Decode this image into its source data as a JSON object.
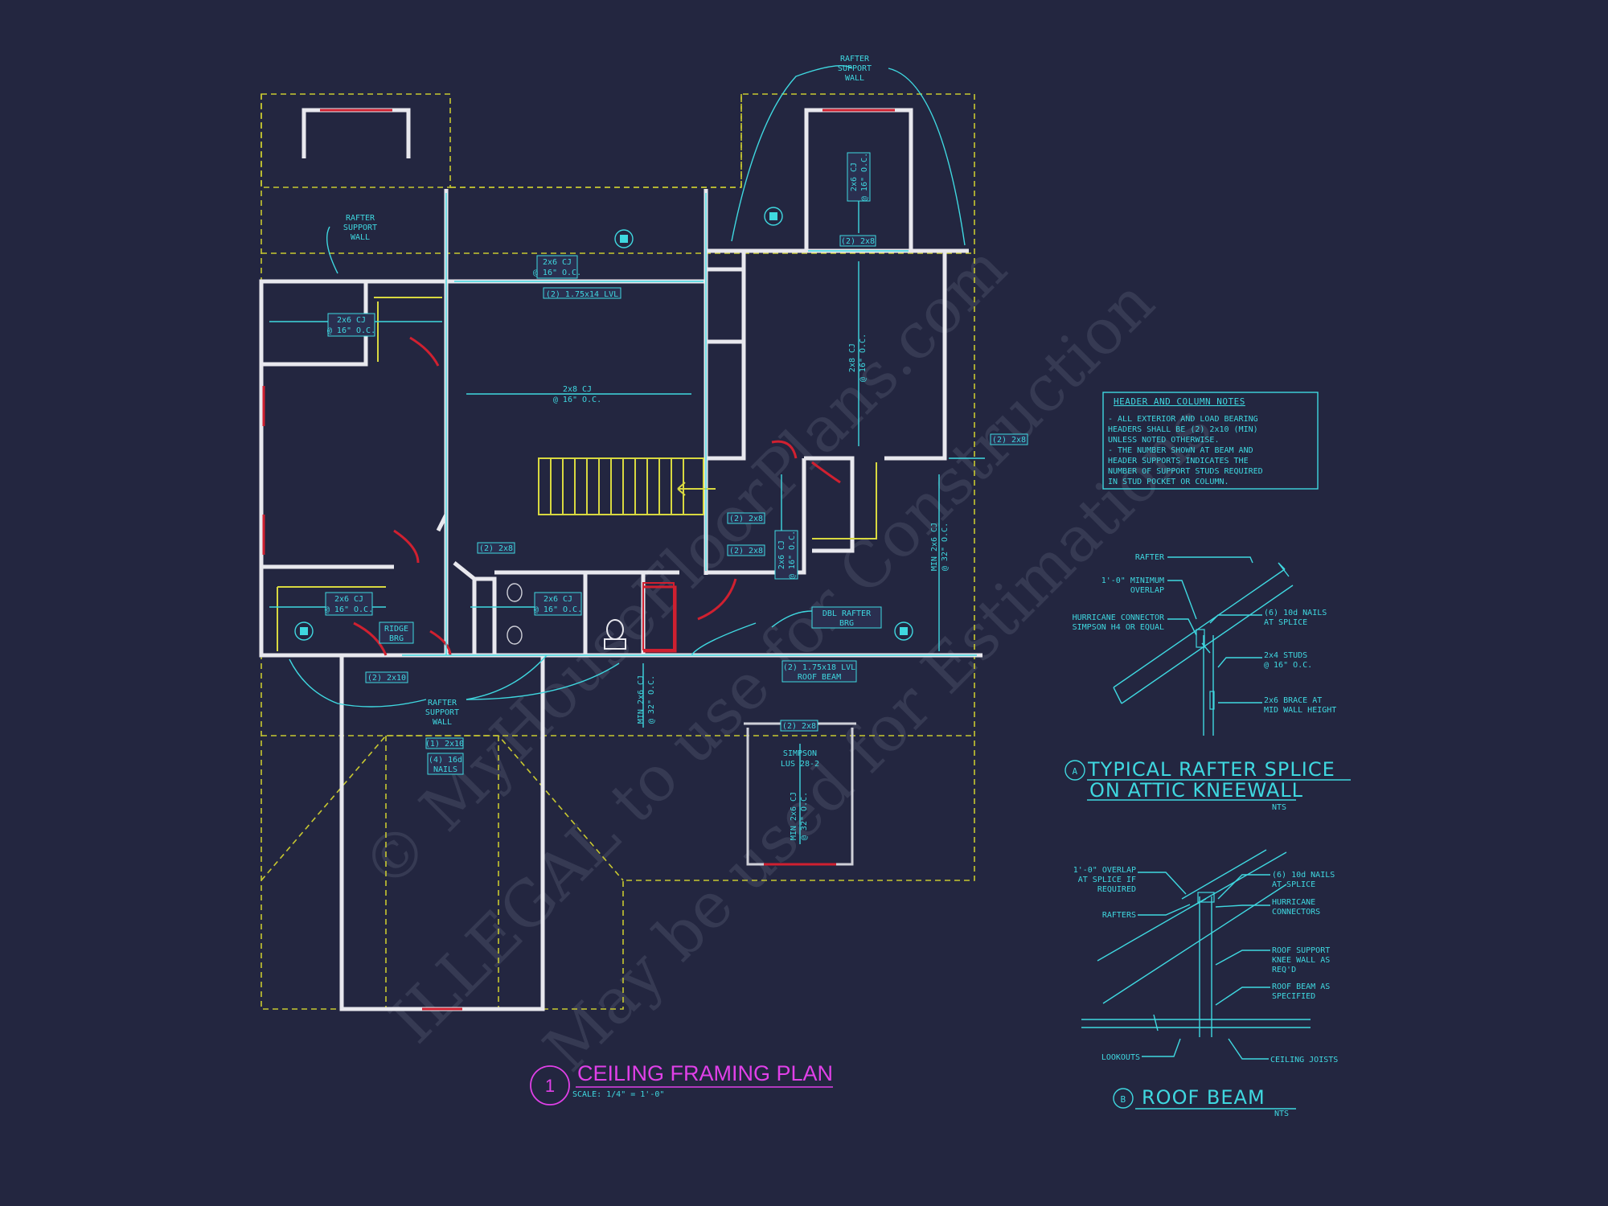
{
  "watermark": [
    "© MyHouseFloorPlans.com",
    "ILLEGAL to use for Construction",
    "May be used for Estimations"
  ],
  "labels": {
    "rafter_support_wall_1": [
      "RAFTER",
      "SUPPORT",
      "WALL"
    ],
    "rafter_support_wall_2": [
      "RAFTER",
      "SUPPORT",
      "WALL"
    ],
    "rafter_support_wall_3": [
      "RAFTER",
      "SUPPORT",
      "WALL"
    ],
    "cj_2x6_top": [
      "2x6 CJ",
      "@ 16\" O.C."
    ],
    "lvl_top": "(2) 1.75x14 LVL",
    "cj_2x6_left": [
      "2x6 CJ",
      "@ 16\" O.C."
    ],
    "cj_2x8_center": [
      "2x8 CJ",
      "@ 16\" O.C."
    ],
    "cj_2x6_right_top": [
      "2x6 CJ",
      "@ 16\" O.C."
    ],
    "header_2x8_right_top": "(2) 2x8",
    "cj_2x8_right": [
      "2x8 CJ",
      "@ 16\" O.C."
    ],
    "header_2x8_right": "(2) 2x8",
    "header_2x8_a": "(2) 2x8",
    "header_2x8_b": "(2) 2x8",
    "header_2x8_c": "(2) 2x8",
    "cj_2x6_hall": [
      "2x6 CJ",
      "@ 16\" O.C."
    ],
    "cj_2x6_bath": [
      "2x6 CJ",
      "@ 16\" O.C."
    ],
    "cj_vert_small": [
      "2x6 CJ",
      "@ 16\" O.C."
    ],
    "min_cj_right": [
      "MIN 2x6 CJ",
      "@ 32\" O.C."
    ],
    "ridge_brg": [
      "RIDGE",
      "BRG"
    ],
    "header_2x10": "(2) 2x10",
    "dbl_rafter": [
      "DBL RAFTER",
      "BRG"
    ],
    "lvl_roof_beam": [
      "(2) 1.75x18 LVL",
      "ROOF BEAM"
    ],
    "min_cj_mid": [
      "MIN 2x6 CJ",
      "@ 32\" O.C."
    ],
    "header_2x10_b": "(1) 2x10",
    "nails_16d": [
      "(4) 16d",
      "NAILS"
    ],
    "header_2x8_porch": "(2) 2x8",
    "simpson": [
      "SIMPSON",
      "LUS 28-2"
    ],
    "min_cj_porch": [
      "MIN 2x6 CJ",
      "@ 32\" O.C."
    ]
  },
  "notes": {
    "title": "HEADER AND COLUMN NOTES",
    "lines": [
      "- ALL EXTERIOR AND LOAD BEARING",
      "HEADERS SHALL BE (2) 2x10 (MIN)",
      "UNLESS NOTED OTHERWISE.",
      "- THE NUMBER SHOWN AT BEAM AND",
      "HEADER SUPPORTS INDICATES THE",
      "NUMBER OF SUPPORT STUDS REQUIRED",
      "IN STUD POCKET OR COLUMN."
    ]
  },
  "detail_a": {
    "marker": "A",
    "title_line1": "TYPICAL RAFTER SPLICE",
    "title_line2": "ON ATTIC KNEEWALL",
    "scale": "NTS",
    "callouts": {
      "rafter": "RAFTER",
      "overlap": [
        "1'-0\" MINIMUM",
        "OVERLAP"
      ],
      "hurricane": [
        "HURRICANE CONNECTOR",
        "SIMPSON H4 OR EQUAL"
      ],
      "nails": [
        "(6) 10d NAILS",
        "AT SPLICE"
      ],
      "studs": [
        "2x4 STUDS",
        "@ 16\" O.C."
      ],
      "brace": [
        "2x6 BRACE AT",
        "MID WALL HEIGHT"
      ]
    }
  },
  "detail_b": {
    "marker": "B",
    "title": "ROOF BEAM",
    "scale": "NTS",
    "callouts": {
      "overlap": [
        "1'-0\" OVERLAP",
        "AT SPLICE IF",
        "REQUIRED"
      ],
      "rafters": "RAFTERS",
      "nails": [
        "(6) 10d NAILS",
        "AT SPLICE"
      ],
      "hurricane": [
        "HURRICANE",
        "CONNECTORS"
      ],
      "knee_wall": [
        "ROOF SUPPORT",
        "KNEE WALL AS",
        "REQ'D"
      ],
      "roof_beam": [
        "ROOF BEAM AS",
        "SPECIFIED"
      ],
      "lookouts": "LOOKOUTS",
      "ceiling_joists": "CEILING JOISTS"
    }
  },
  "plan_title": {
    "number": "1",
    "title": "CEILING FRAMING PLAN",
    "scale": "SCALE: 1/4\" = 1'-0\""
  },
  "colors": {
    "background": "#232640",
    "cyan": "#3fd8e0",
    "magenta": "#e040e8",
    "wall": "#e8e8ee",
    "dash": "#c8c830",
    "red": "#d02030"
  }
}
